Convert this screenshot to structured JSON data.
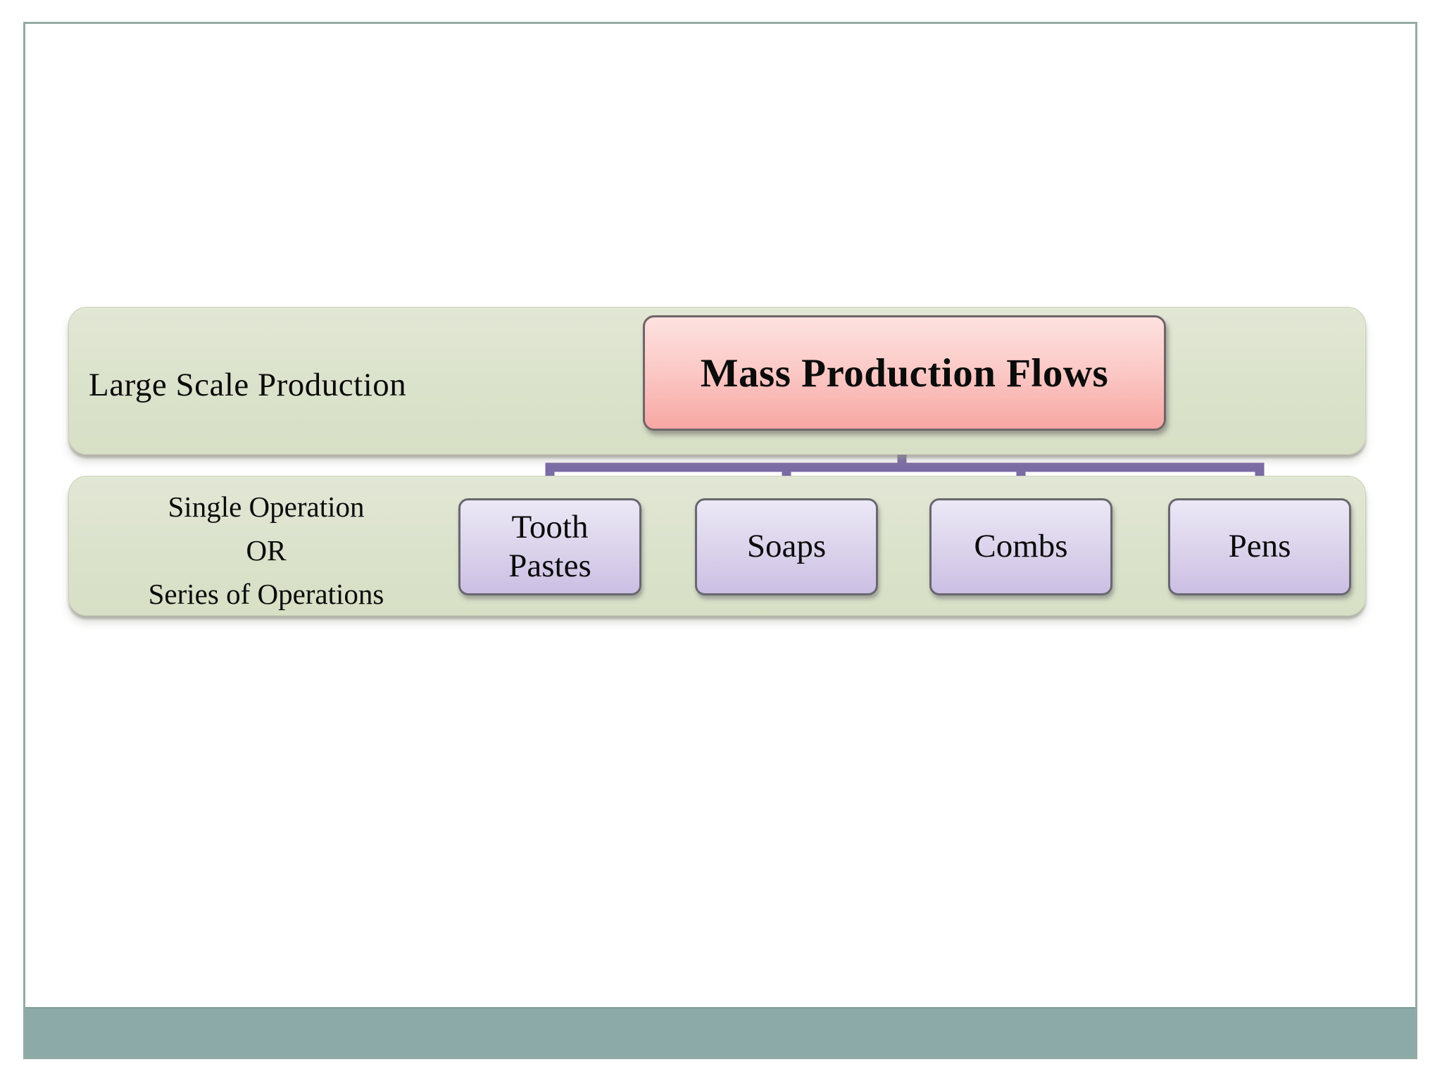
{
  "diagram": {
    "row1": {
      "side_label": "Large Scale Production",
      "root_box_label": "Mass Production Flows"
    },
    "row2": {
      "side_label_lines": [
        "Single Operation",
        "OR",
        "Series of Operations"
      ],
      "children": [
        "Tooth Pastes",
        "Soaps",
        "Combs",
        "Pens"
      ]
    }
  },
  "colors": {
    "band_green": "#dce3cd",
    "root_box_pink_top": "#fde2e0",
    "root_box_pink_bottom": "#f8a7a3",
    "child_box_lavender_top": "#ece8f6",
    "child_box_lavender_bottom": "#cbbfe3",
    "connector_purple": "#7b6ba6",
    "footer_teal": "#8caaa7",
    "slide_border": "#94aba4",
    "text": "#0b0b0b"
  }
}
